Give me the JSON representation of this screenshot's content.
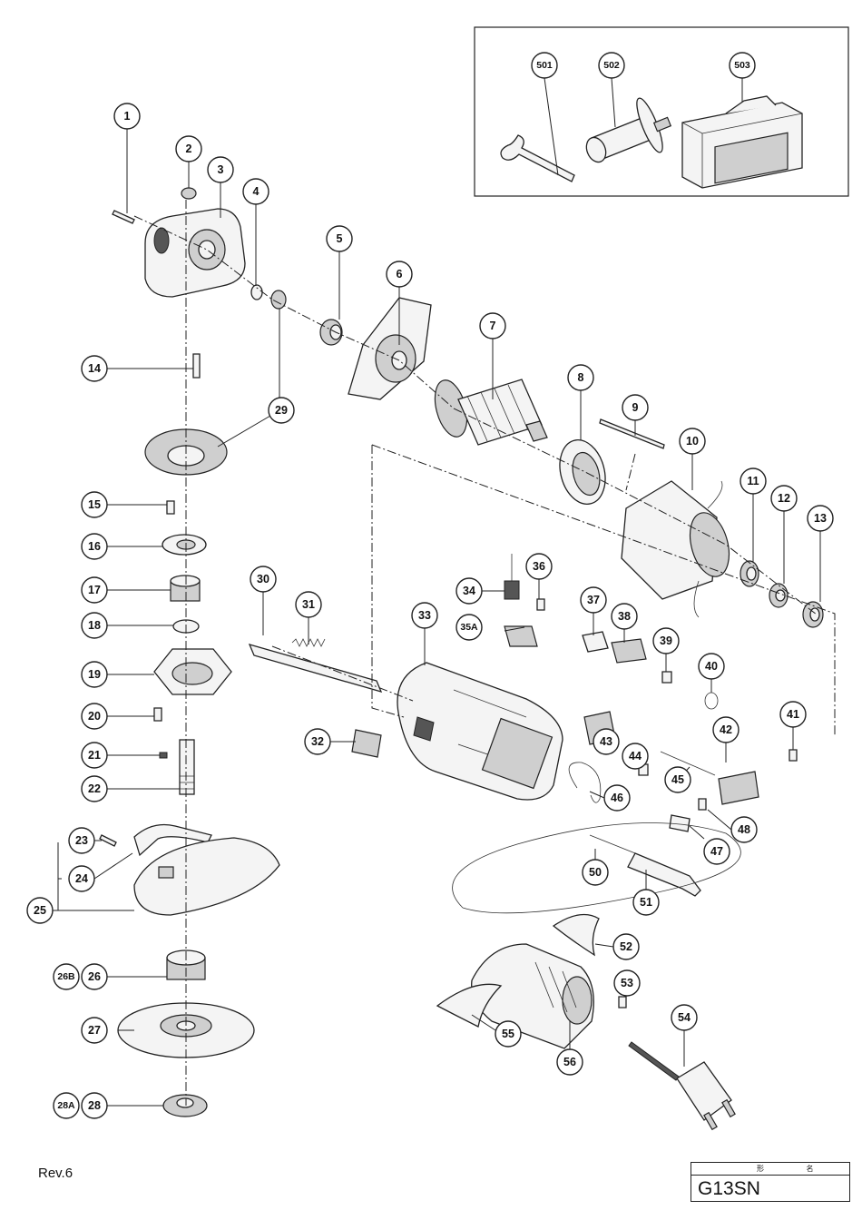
{
  "revision": "Rev.6",
  "model_box": {
    "header": "形 名",
    "model": "G13SN"
  },
  "accessory_labels": [
    "501",
    "502",
    "503"
  ],
  "part_labels": [
    "1",
    "2",
    "3",
    "4",
    "5",
    "6",
    "7",
    "8",
    "9",
    "10",
    "11",
    "12",
    "13",
    "14",
    "15",
    "16",
    "17",
    "18",
    "19",
    "20",
    "21",
    "22",
    "23",
    "24",
    "25",
    "26B",
    "26",
    "27",
    "28A",
    "28",
    "29",
    "30",
    "31",
    "32",
    "33",
    "34",
    "35A",
    "36",
    "37",
    "38",
    "39",
    "40",
    "41",
    "42",
    "43",
    "44",
    "45",
    "46",
    "47",
    "48",
    "50",
    "51",
    "52",
    "53",
    "54",
    "55",
    "56"
  ]
}
